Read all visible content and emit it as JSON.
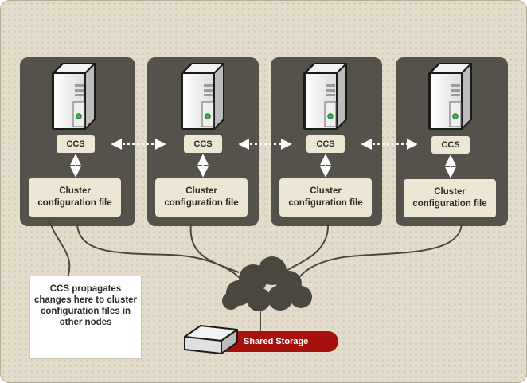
{
  "nodes": [
    {
      "ccs_label": "CCS",
      "config_label": "Cluster configuration file"
    },
    {
      "ccs_label": "CCS",
      "config_label": "Cluster configuration file"
    },
    {
      "ccs_label": "CCS",
      "config_label": "Cluster configuration file"
    },
    {
      "ccs_label": "CCS",
      "config_label": "Cluster configuration file"
    }
  ],
  "callout": {
    "text": "CCS propagates changes here to cluster configuration files in other nodes"
  },
  "storage": {
    "label": "Shared Storage"
  },
  "colors": {
    "background": "#e4dccb",
    "node_panel": "#54524a",
    "label_box": "#ede6d3",
    "storage_pill": "#a6100d",
    "server_led": "#3db84a"
  },
  "icons": [
    "server-icon",
    "cloud-icon",
    "storage-drive-icon",
    "bidirectional-arrow-icon"
  ]
}
